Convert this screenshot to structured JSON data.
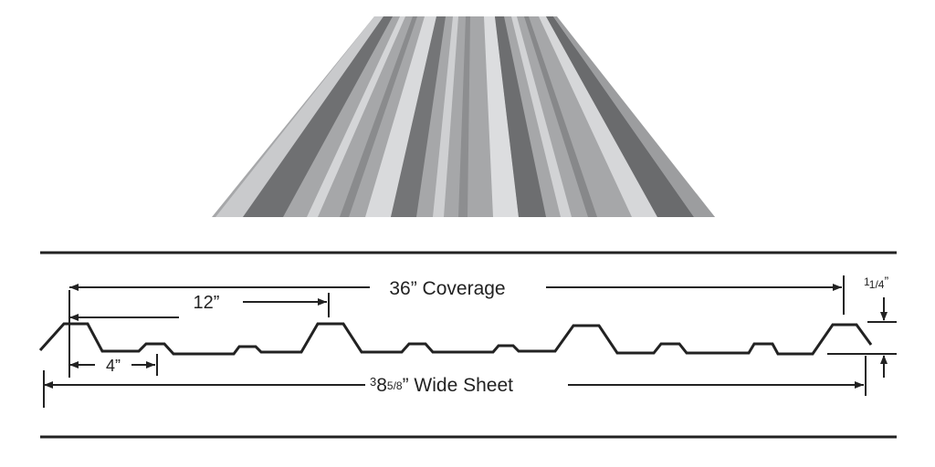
{
  "labels": {
    "coverage": "36” Coverage",
    "rib_spacing": "12”",
    "minor_spacing": "4”",
    "height_whole": "1",
    "height_fraction": "1/4",
    "height_unit": "”",
    "width_whole": "3",
    "width_main": "8",
    "width_fraction": "5/8",
    "width_unit": "” Wide Sheet"
  },
  "colors": {
    "line": "#222222",
    "panel_light": "#cfd0d2",
    "panel_mid": "#a6a7a9",
    "panel_dark": "#6e6f71"
  }
}
